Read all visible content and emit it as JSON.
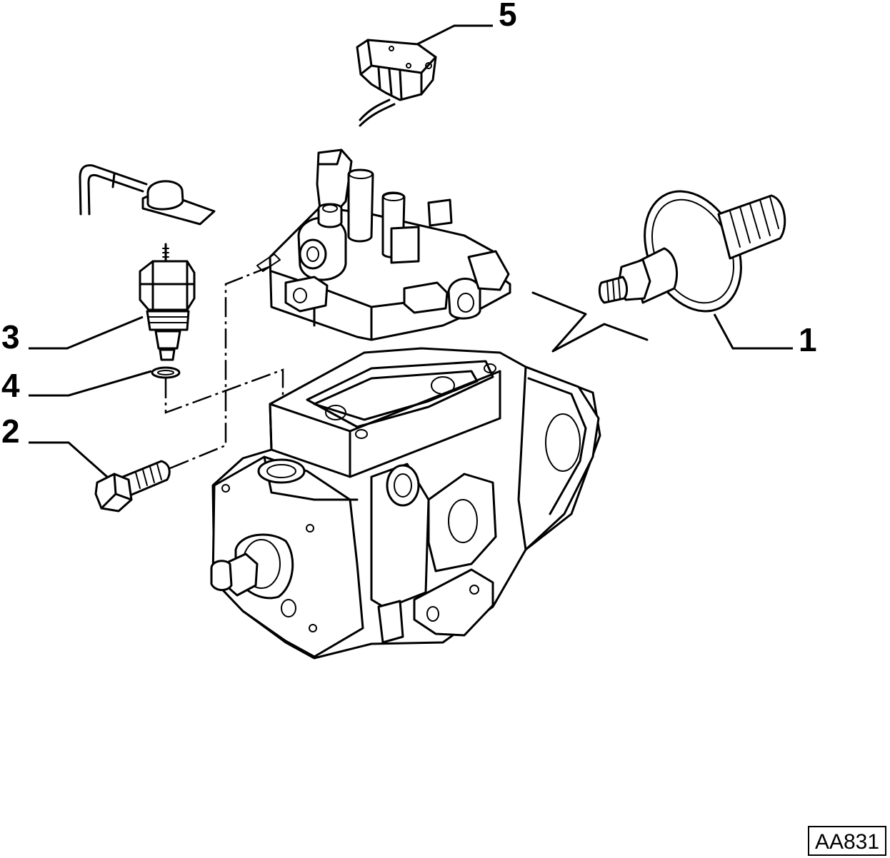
{
  "callouts": [
    {
      "id": "1",
      "label": "1"
    },
    {
      "id": "2",
      "label": "2"
    },
    {
      "id": "3",
      "label": "3"
    },
    {
      "id": "4",
      "label": "4"
    },
    {
      "id": "5",
      "label": "5"
    }
  ],
  "reference_code": "AA831",
  "colors": {
    "ink": "#000000",
    "paper": "#ffffff"
  }
}
